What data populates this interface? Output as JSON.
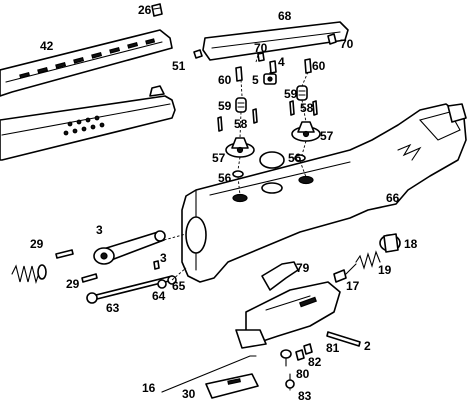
{
  "callouts": {
    "p2": "2",
    "p3a": "3",
    "p3b": "3",
    "p4": "4",
    "p5": "5",
    "p16": "16",
    "p17": "17",
    "p18": "18",
    "p19": "19",
    "p26": "26",
    "p29a": "29",
    "p29b": "29",
    "p30": "30",
    "p42": "42",
    "p51": "51",
    "p56a": "56",
    "p56b": "56",
    "p57a": "57",
    "p57b": "57",
    "p58a": "58",
    "p58b": "58",
    "p59a": "59",
    "p59b": "59",
    "p60a": "60",
    "p60b": "60",
    "p63": "63",
    "p64": "64",
    "p65": "65",
    "p66": "66",
    "p68": "68",
    "p70a": "70",
    "p70b": "70",
    "p79": "79",
    "p80": "80",
    "p81": "81",
    "p82": "82",
    "p83": "83"
  }
}
